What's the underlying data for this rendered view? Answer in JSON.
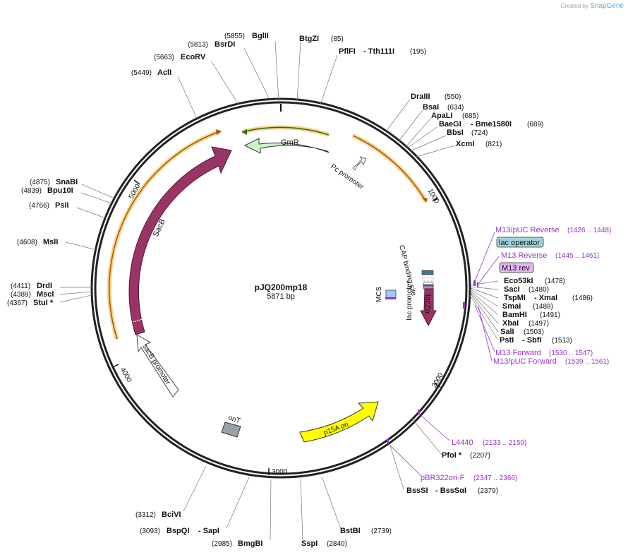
{
  "watermark": {
    "prefix": "Created by",
    "brand": "SnapGene"
  },
  "plasmid": {
    "name": "pJQ200mp18",
    "length_label": "5871 bp",
    "length_bp": 5871
  },
  "ticks": [
    "1000",
    "2000",
    "3000",
    "4000",
    "5000"
  ],
  "features": [
    {
      "name": "GmR",
      "color": "#c9f7c2"
    },
    {
      "name": "SacB",
      "color": "#9b3466"
    },
    {
      "name": "p15A ori",
      "color": "#ffff00"
    },
    {
      "name": "oriT",
      "color": "#9aa0a6"
    },
    {
      "name": "lacZα",
      "color": "#9b3466"
    },
    {
      "name": "Pc promoter",
      "color": "#ffffff"
    },
    {
      "name": "sacB promoter",
      "color": "#ffffff"
    },
    {
      "name": "CAP binding site",
      "color": "#3c7a8a"
    },
    {
      "name": "lac promoter",
      "color": "#ffffff"
    },
    {
      "name": "MCS",
      "color": "#99ccff"
    }
  ],
  "sites": [
    {
      "name": "BglII",
      "pos": "(5855)"
    },
    {
      "name": "BsrDI",
      "pos": "(5813)"
    },
    {
      "name": "EcoRV",
      "pos": "(5663)"
    },
    {
      "name": "AclI",
      "pos": "(5449)"
    },
    {
      "name": "BtgZI",
      "pos": "(85)"
    },
    {
      "name": "PflFI",
      "extra": "- Tth111I",
      "pos": "(195)"
    },
    {
      "name": "DraIII",
      "pos": "(550)"
    },
    {
      "name": "BsaI",
      "pos": "(634)"
    },
    {
      "name": "ApaLI",
      "pos": "(685)"
    },
    {
      "name": "BaeGI",
      "extra": "- Bme1580I",
      "pos": "(689)"
    },
    {
      "name": "BbsI",
      "pos": "(724)"
    },
    {
      "name": "XcmI",
      "pos": "(821)"
    },
    {
      "name": "SnaBI",
      "pos": "(4875)"
    },
    {
      "name": "Bpu10I",
      "pos": "(4839)"
    },
    {
      "name": "PsiI",
      "pos": "(4766)"
    },
    {
      "name": "MslI",
      "pos": "(4608)"
    },
    {
      "name": "DrdI",
      "pos": "(4411)"
    },
    {
      "name": "MscI",
      "pos": "(4389)"
    },
    {
      "name": "StuI *",
      "pos": "(4367)"
    },
    {
      "name": "Eco53kI",
      "pos": "(1478)"
    },
    {
      "name": "SacI",
      "pos": "(1480)"
    },
    {
      "name": "TspMI",
      "extra": "- XmaI",
      "pos": "(1486)"
    },
    {
      "name": "SmaI",
      "pos": "(1488)"
    },
    {
      "name": "BamHI",
      "pos": "(1491)"
    },
    {
      "name": "XbaI",
      "pos": "(1497)"
    },
    {
      "name": "SalI",
      "pos": "(1503)"
    },
    {
      "name": "PstI",
      "extra": "- SbfI",
      "pos": "(1513)"
    },
    {
      "name": "PfoI *",
      "pos": "(2207)"
    },
    {
      "name": "BssSI",
      "extra": "- BssSαI",
      "pos": "(2379)"
    },
    {
      "name": "BstBI",
      "pos": "(2739)"
    },
    {
      "name": "SspI",
      "pos": "(2840)"
    },
    {
      "name": "BmgBI",
      "pos": "(2985)"
    },
    {
      "name": "BspQI",
      "extra": "- SapI",
      "pos": "(3093)"
    },
    {
      "name": "BciVI",
      "pos": "(3312)"
    }
  ],
  "primers": [
    {
      "name": "M13/pUC Reverse",
      "range": "(1426 .. 1448)"
    },
    {
      "name": "lac operator",
      "boxed": true,
      "color": "#9fd4da"
    },
    {
      "name": "M13 Reverse",
      "range": "(1445 .. 1461)"
    },
    {
      "name": "M13 rev",
      "boxed": true,
      "color": "#e4b7f0"
    },
    {
      "name": "M13 Forward",
      "range": "(1530 .. 1547)"
    },
    {
      "name": "M13/pUC Forward",
      "range": "(1539 .. 1561)"
    },
    {
      "name": "L4440",
      "range": "(2133 .. 2150)"
    },
    {
      "name": "pBR322ori-F",
      "range": "(2347 .. 2366)"
    }
  ]
}
